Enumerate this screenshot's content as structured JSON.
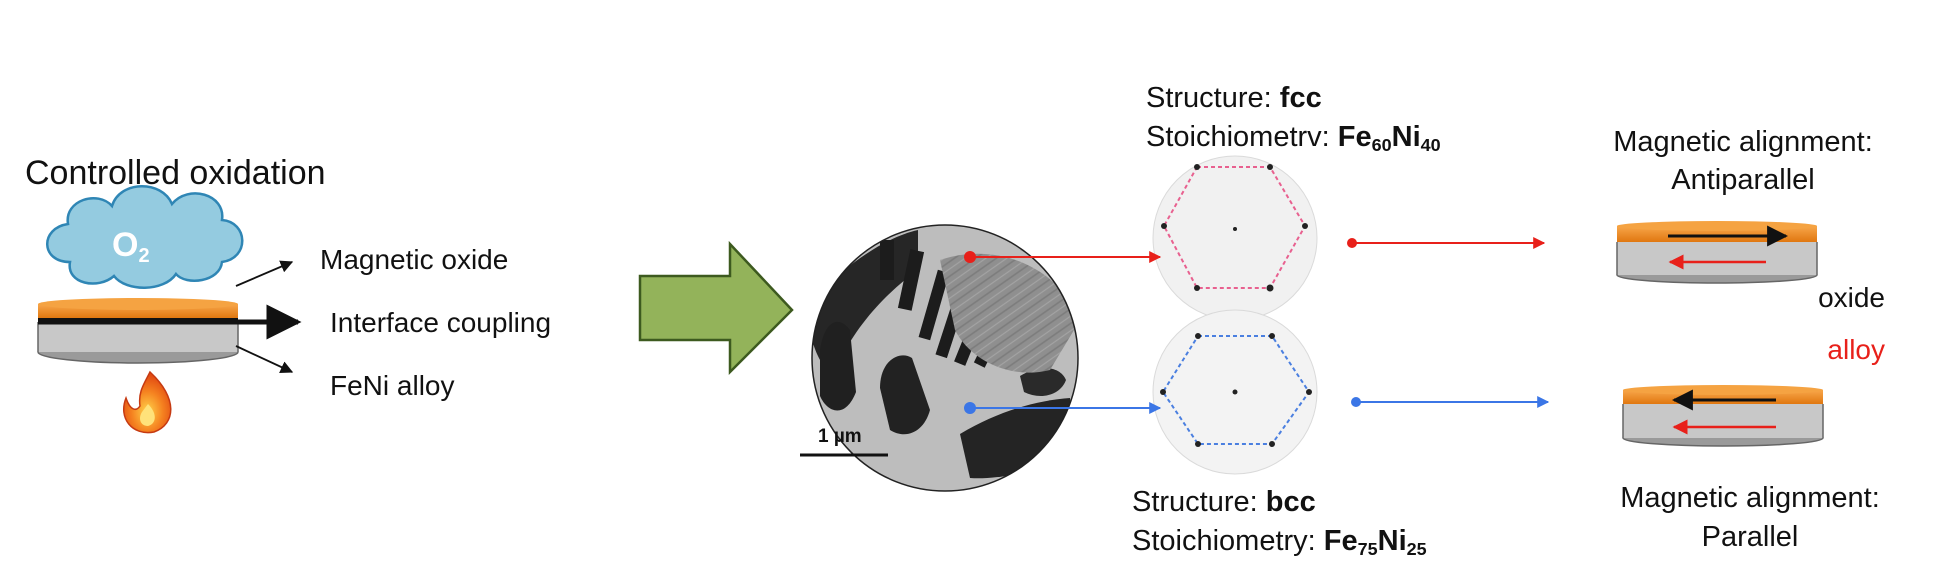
{
  "left": {
    "title": "Controlled oxidation",
    "cloud_label": "O",
    "cloud_sub": "2",
    "labels": [
      "Magnetic oxide",
      "Interface coupling",
      "FeNi alloy"
    ]
  },
  "micrograph": {
    "scale_bar": "1 µm"
  },
  "phases": [
    {
      "structure_prefix": "Structure: ",
      "structure_value": "fcc",
      "stoich_prefix": "Stoichiometrv: ",
      "el1": "Fe",
      "sub1": "60",
      "el2": "Ni",
      "sub2": "40",
      "alignment_label": "Magnetic alignment:",
      "alignment_value": "Antiparallel"
    },
    {
      "structure_prefix": "Structure: ",
      "structure_value": "bcc",
      "stoich_prefix": "Stoichiometry: ",
      "el1": "Fe",
      "sub1": "75",
      "el2": "Ni",
      "sub2": "25",
      "alignment_label": "Magnetic alignment:",
      "alignment_value": "Parallel"
    }
  ],
  "legend": {
    "oxide": "oxide",
    "alloy": "alloy"
  },
  "colors": {
    "red": "#e8201a",
    "blue": "#3b76e6",
    "orange": "#f28a1e",
    "gray": "#c9c9c9",
    "cloud": "#94cbe0",
    "arrow_green": "#93b35a"
  }
}
